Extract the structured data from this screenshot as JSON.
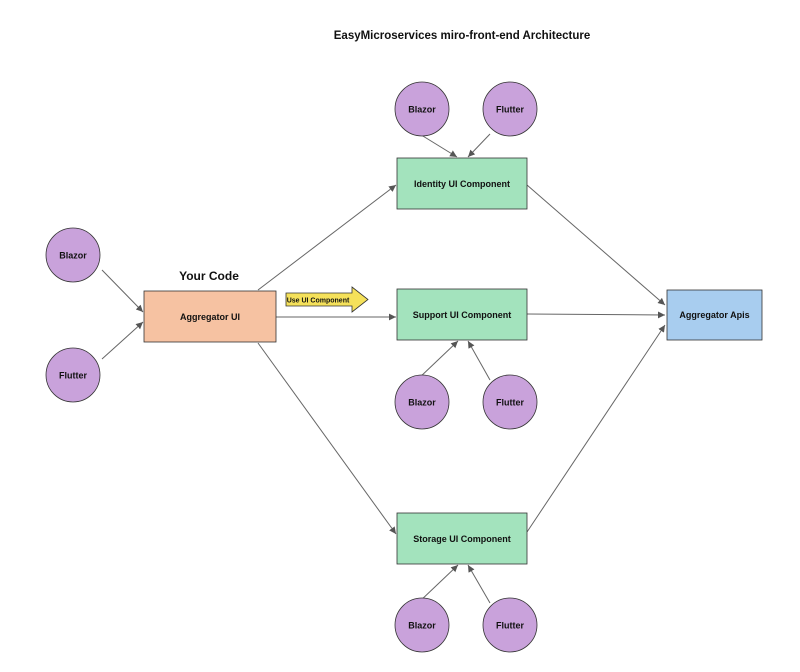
{
  "title": "EasyMicroservices miro-front-end Architecture",
  "your_code_label": "Your Code",
  "callout": {
    "label": "Use UI Component",
    "color": "#f5e15a"
  },
  "colors": {
    "aggregator_ui": "#f6c2a2",
    "component": "#a3e3bd",
    "apis": "#a8cdef",
    "circle": "#c9a2db",
    "stroke": "#222222",
    "edge": "#666666"
  },
  "nodes": {
    "aggregator_ui": "Aggregator UI",
    "identity": "Identity UI Component",
    "support": "Support UI Component",
    "storage": "Storage UI Component",
    "aggregator_apis": "Aggregator Apis"
  },
  "frameworks": {
    "blazor": "Blazor",
    "flutter": "Flutter"
  }
}
